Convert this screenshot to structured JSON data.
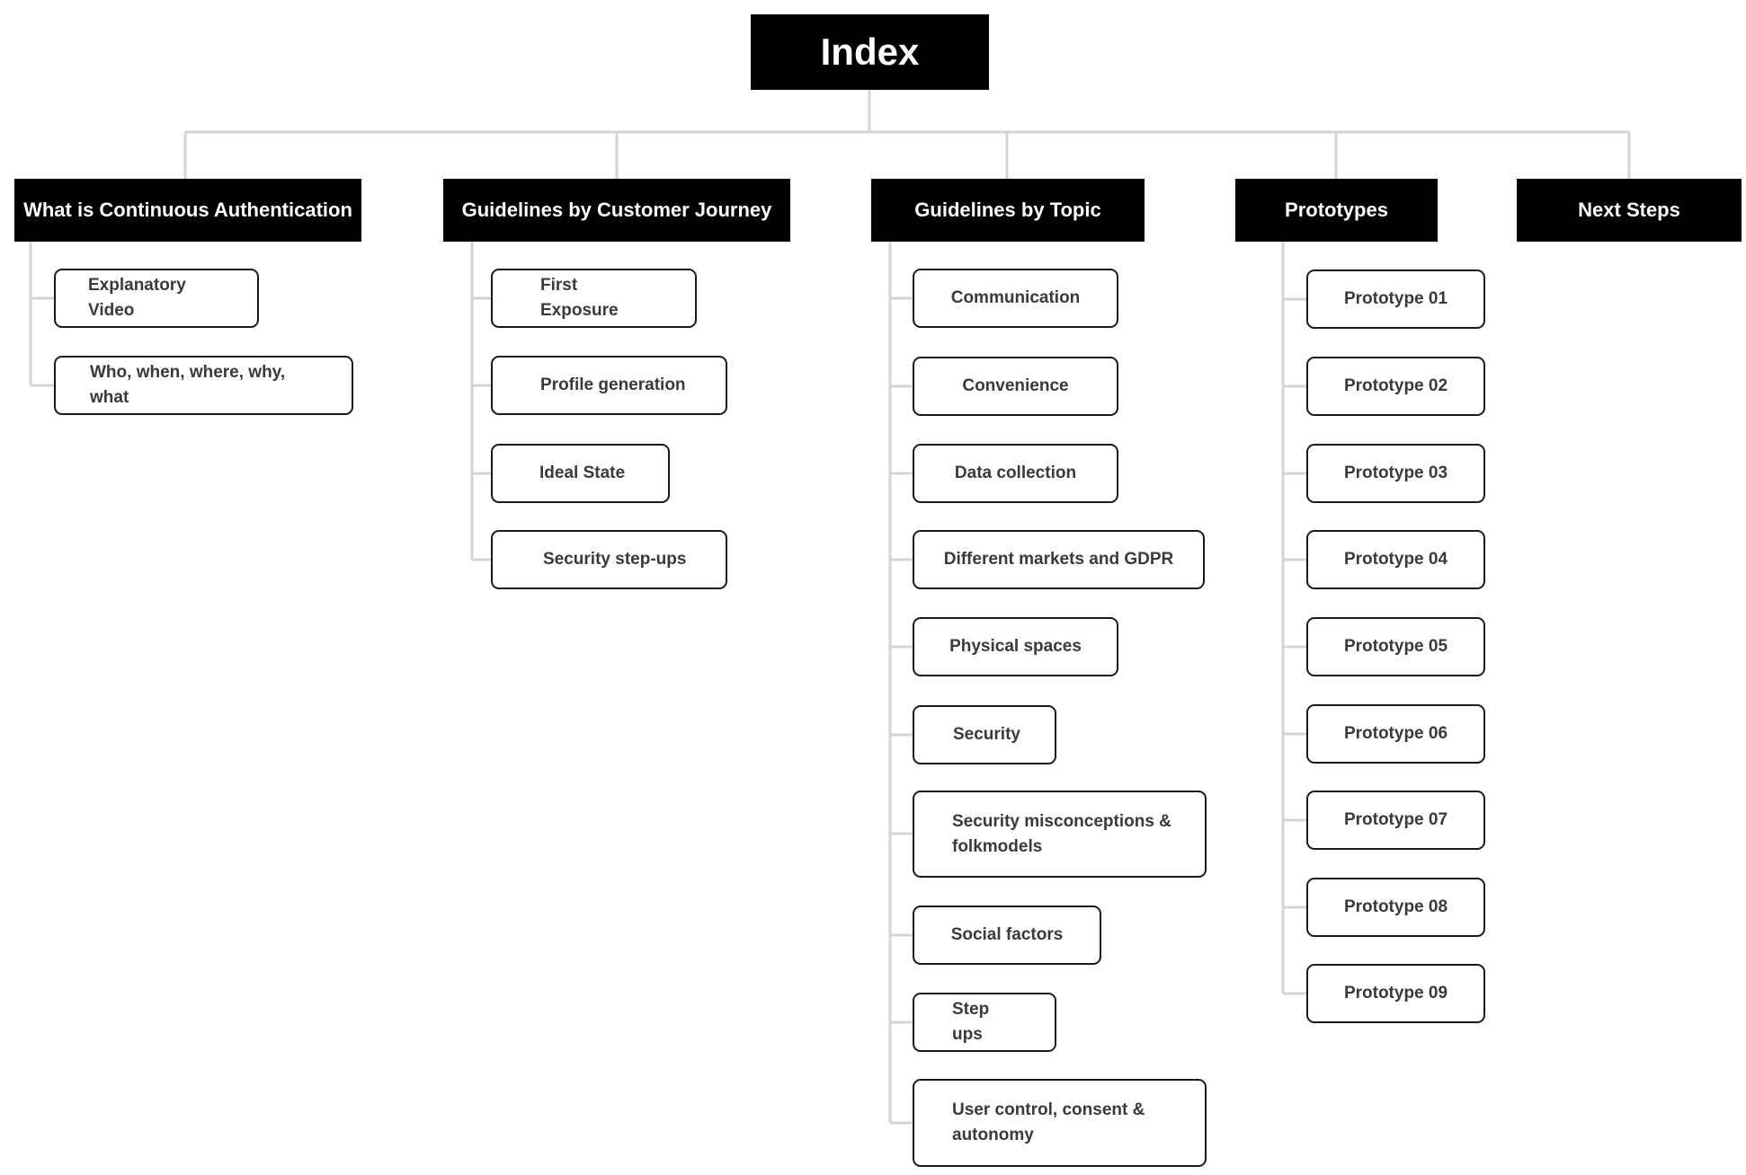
{
  "title": "Index",
  "sections": [
    {
      "title": "What is Continuous Authentication",
      "items": [
        "Explanatory Video",
        "Who, when, where, why, what"
      ]
    },
    {
      "title": "Guidelines by Customer Journey",
      "items": [
        "First Exposure",
        "Profile generation",
        "Ideal State",
        "Security step-ups"
      ]
    },
    {
      "title": "Guidelines by Topic",
      "items": [
        "Communication",
        "Convenience",
        "Data collection",
        "Different markets and GDPR",
        "Physical spaces",
        "Security",
        "Security misconceptions & folkmodels",
        "Social factors",
        "Step ups",
        "User control, consent & autonomy"
      ]
    },
    {
      "title": "Prototypes",
      "items": [
        "Prototype 01",
        "Prototype 02",
        "Prototype 03",
        "Prototype 04",
        "Prototype 05",
        "Prototype 06",
        "Prototype 07",
        "Prototype 08",
        "Prototype 09"
      ]
    },
    {
      "title": "Next Steps",
      "items": []
    }
  ],
  "colors": {
    "header_bg": "#000000",
    "header_text": "#ffffff",
    "connector": "#d4d4d4",
    "leaf_border": "#1a1a1a",
    "leaf_text": "#3a3a3a"
  }
}
